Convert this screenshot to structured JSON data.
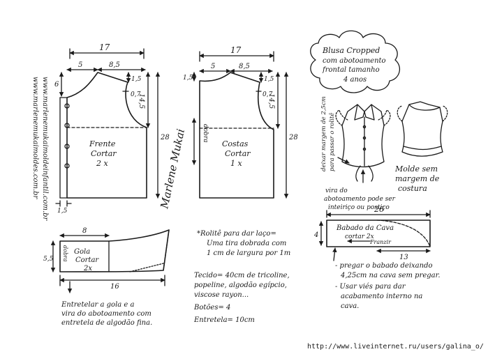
{
  "site": {
    "vertical_1": "www.marlenemukaimoldes.com.br",
    "vertical_2": "www.marlenemukaimoldeinfantil.com.br"
  },
  "front": {
    "width": "17",
    "neck_width": "5",
    "shoulder_width": "8,5",
    "shoulder_drop": "1,5",
    "neck_depth": "6",
    "armhole_offset": "0,7",
    "armhole_depth": "14,5",
    "length": "28",
    "placket": "1,5",
    "label_1": "Frente",
    "label_2": "Cortar",
    "label_3": "2 x"
  },
  "back": {
    "width": "17",
    "neck_width": "5",
    "shoulder_width": "8,5",
    "shoulder_drop_left": "1,5",
    "shoulder_drop_right": "1,5",
    "armhole_offset": "0,7",
    "armhole_depth": "14,5",
    "length": "28",
    "fold": "dobra",
    "label_1": "Costas",
    "label_2": "Cortar",
    "label_3": "1 x"
  },
  "collar": {
    "top_width": "8",
    "height": "5,5",
    "fold": "dobra",
    "label_1": "Gola",
    "label_2": "Cortar",
    "label_3": "2x",
    "bottom_width": "16"
  },
  "interfacing_note": {
    "line_1": "Entretelar a gola e a",
    "line_2": "vira do abotoamento com",
    "line_3": "entretela de algodão fina."
  },
  "notes": {
    "rolite_1": "*Rolitê para dar laço=",
    "rolite_2": "Uma tira dobrada com",
    "rolite_3": "1 cm de largura por 1m",
    "fabric_1": "Tecido= 40cm de tricoline,",
    "fabric_2": "popeline, algodão egípcio,",
    "fabric_3": "viscose rayon...",
    "buttons": "Botões= 4",
    "interfacing": "Entretela= 10cm"
  },
  "title": {
    "line_1": "Blusa Cropped",
    "line_2": "com abotoamento",
    "line_3": "frontal tamanho",
    "line_4": "4 anos"
  },
  "margin_note": {
    "line_1": "deixar margem de 2,5cm",
    "line_2": "para passar o rolitê"
  },
  "no_margin": {
    "line_1": "Molde sem",
    "line_2": "margem de",
    "line_3": "costura"
  },
  "placket_note": {
    "line_1": "vira do",
    "line_2": "abotoamento pode ser",
    "line_3": "inteiriço ou postiço"
  },
  "ruffle": {
    "width": "26",
    "height": "4",
    "label_1": "Babado da Cava",
    "label_2": "cortar 2x",
    "gather": "Franzir",
    "gather_length": "13"
  },
  "instructions": {
    "line_1": "- pregar o babado deixando",
    "line_2": "4,25cm na cava sem pregar.",
    "line_3": "- Usar viés para dar",
    "line_4": "acabamento interno na",
    "line_5": "cava."
  },
  "signature": "Marlene Mukai",
  "footer_url": "http://www.liveinternet.ru/users/galina_o/"
}
